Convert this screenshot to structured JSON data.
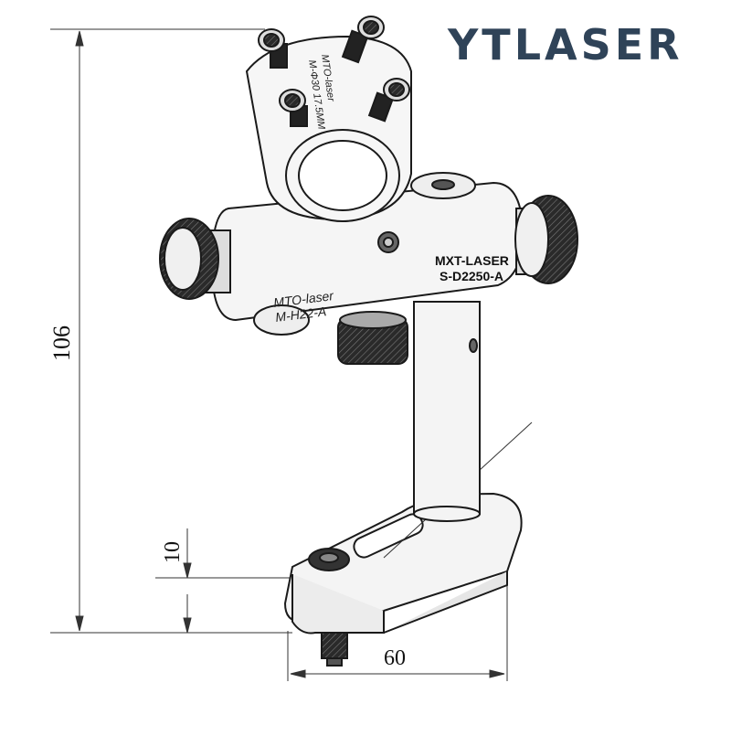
{
  "brand": {
    "name": "YTLASER",
    "color": "#2f4358"
  },
  "dimensions": {
    "height_total": "106",
    "base_height": "10",
    "base_width": "60"
  },
  "engravings": {
    "holder_line1": "MTO-laser",
    "holder_line2": "M-Ф30 17.5MM",
    "body_line1": "MTO-laser",
    "body_line2": "M-H22-A"
  },
  "labels": {
    "model_line1": "MXT-LASER",
    "model_line2": "S-D2250-A"
  },
  "colors": {
    "outline": "#1a1a1a",
    "metal_fill": "#f4f4f4",
    "knob_dark": "#222222"
  }
}
